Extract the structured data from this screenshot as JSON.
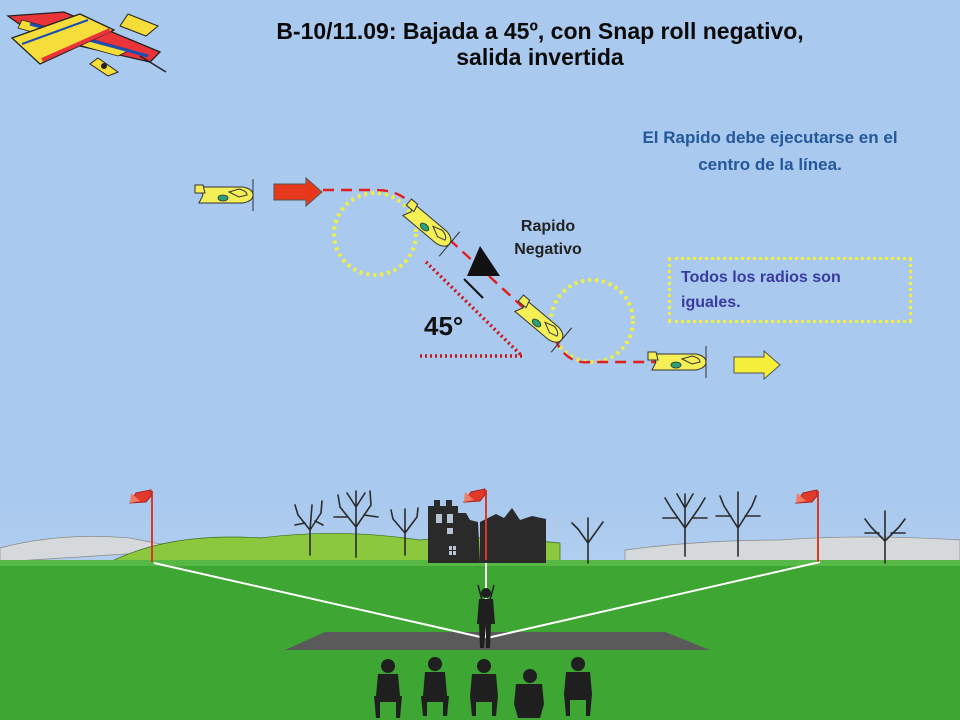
{
  "title": {
    "line1": "B-10/11.09: Bajada a 45º, con Snap roll negativo,",
    "line2": "salida invertida"
  },
  "note_center": "El Rapido debe ejecutarse en el centro de la línea.",
  "note_radii": "Todos los radios son iguales.",
  "snap_label": "Rapido Negativo",
  "angle_label": "45°",
  "colors": {
    "sky": "#a9c9ee",
    "ground": "#3ea632",
    "hill": "#8cc83d",
    "entry_arrow": "#e8381c",
    "exit_arrow": "#f6ef3a",
    "path_dash": "#e02020",
    "radius_circle": "#f2ef3e",
    "flag": "#e03a2a",
    "runway": "#5a5a5a",
    "title_text": "#0a0a0a",
    "note_text": "#23589b"
  },
  "icons": [
    "logo-airplane-icon",
    "flag-icon",
    "tree-icon",
    "castle-icon",
    "pilot-icon",
    "judge-icon",
    "arrow-right-icon",
    "snap-triangle-icon"
  ]
}
